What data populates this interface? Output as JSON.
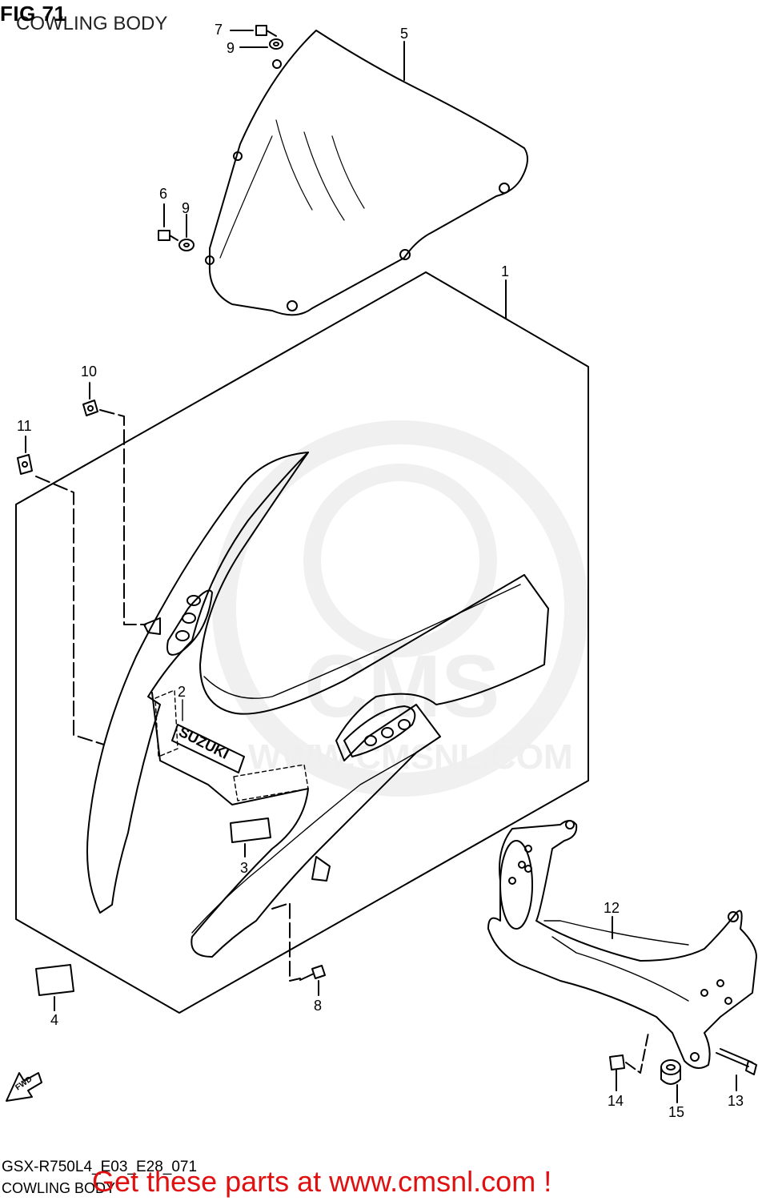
{
  "header": {
    "title": "FIG 71",
    "subtitle": "COWLING BODY"
  },
  "parts": [
    {
      "number": "1"
    },
    {
      "number": "2"
    },
    {
      "number": "3"
    },
    {
      "number": "4"
    },
    {
      "number": "5"
    },
    {
      "number": "6"
    },
    {
      "number": "7"
    },
    {
      "number": "8"
    },
    {
      "number": "9"
    },
    {
      "number": "9"
    },
    {
      "number": "10"
    },
    {
      "number": "11"
    },
    {
      "number": "12"
    },
    {
      "number": "13"
    },
    {
      "number": "14"
    },
    {
      "number": "15"
    }
  ],
  "decal_text": "SUZUKI",
  "fwd_text": "FWD",
  "watermark": {
    "brand": "CMS",
    "url": "WWW.CMSNL.COM"
  },
  "footer": {
    "code": "GSX-R750L4_E03_E28_071",
    "subtitle": "COWLING BODY"
  },
  "cta": {
    "text": "Get these parts at www.cmsnl.com !",
    "color": "#e01010"
  }
}
